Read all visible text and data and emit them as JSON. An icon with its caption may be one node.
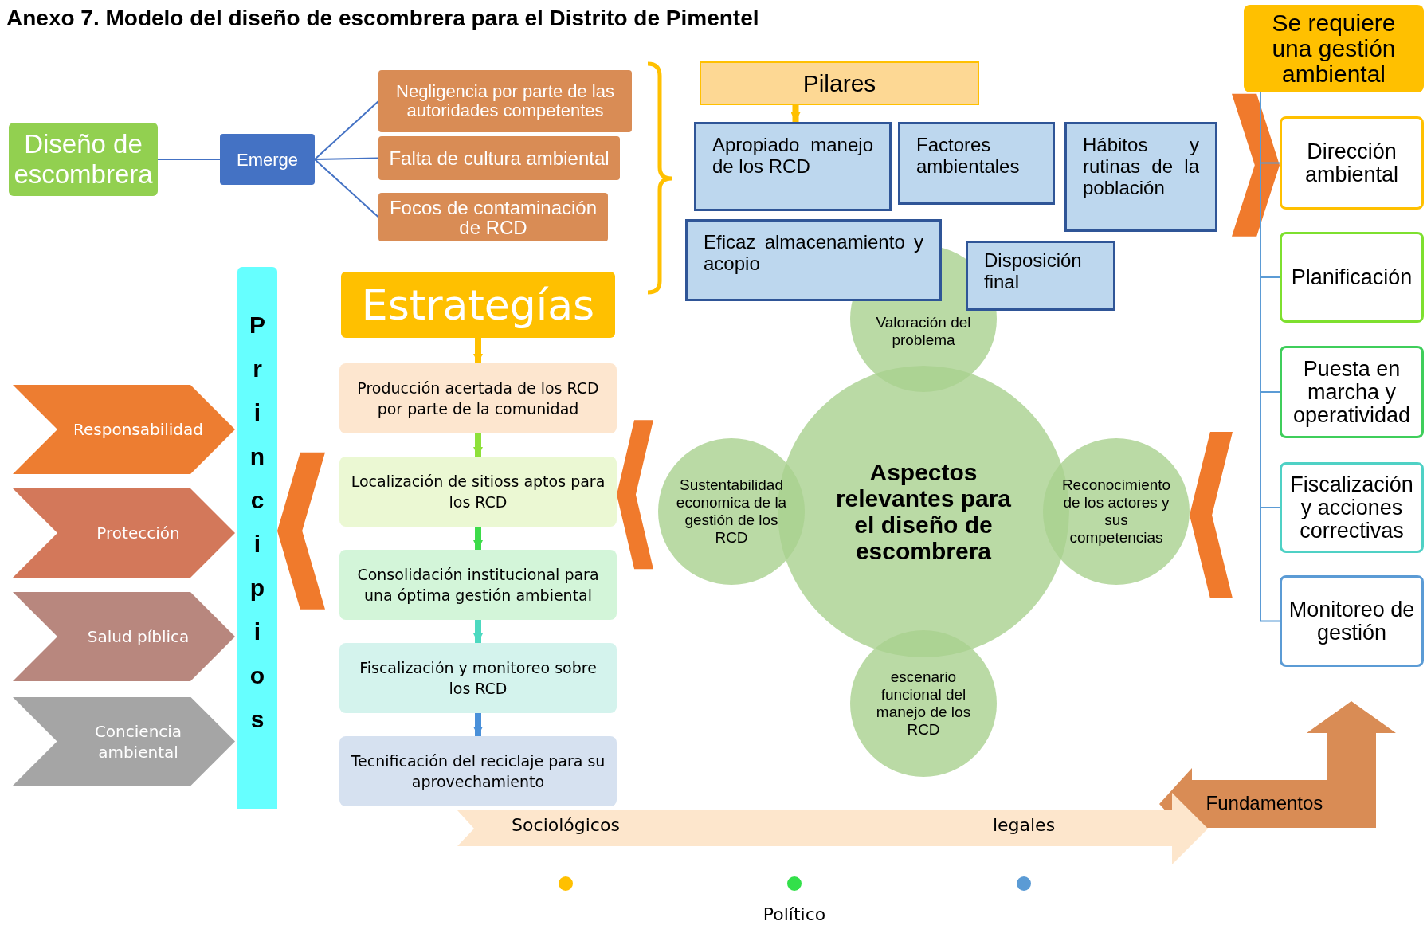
{
  "diagram": {
    "title": "Anexo 7. Modelo del diseño de escombrera para el Distrito de Pimentel",
    "nodes": [
      {
        "text": [
          "Diseño de escombrera"
        ]
      },
      {
        "text": [
          "Emerge"
        ]
      },
      {
        "text": [
          "Negligencia por parte de las autoridades competentes"
        ]
      },
      {
        "text": [
          "Falta de cultura ambiental"
        ]
      },
      {
        "text": [
          "Focos de contaminación de RCD"
        ]
      },
      {
        "text": [
          "Pilares"
        ]
      },
      {
        "text": [
          "Apropiado manejo de los RCD"
        ]
      },
      {
        "text": [
          "Factores ambientales"
        ]
      },
      {
        "text": [
          "Hábitos y rutinas de la población"
        ]
      },
      {
        "text": [
          "Eficaz almacenamiento y acopio"
        ]
      },
      {
        "text": [
          "Disposición final"
        ]
      },
      {
        "text": [
          "Se requiere una gestión ambiental"
        ]
      },
      {
        "text": [
          "Dirección ambiental"
        ]
      },
      {
        "text": [
          "Planificación"
        ]
      },
      {
        "text": [
          "Puesta en marcha y operatividad"
        ]
      },
      {
        "text": [
          "Fiscalización y acciones correctivas"
        ]
      },
      {
        "text": [
          "Monitoreo de gestión"
        ]
      },
      {
        "text": [
          "Principios"
        ]
      },
      {
        "text": [
          "Responsabilidad"
        ]
      },
      {
        "text": [
          "Protección"
        ]
      },
      {
        "text": [
          "Salud píblica"
        ]
      },
      {
        "text": [
          "Conciencia ambiental"
        ]
      },
      {
        "text": [
          "Estrategías"
        ]
      },
      {
        "text": [
          "Producción acertada de los RCD por parte de la comunidad"
        ]
      },
      {
        "text": [
          "Localización de sitioss aptos para los RCD"
        ]
      },
      {
        "text": [
          "Consolidación institucional para una óptima gestión ambiental"
        ]
      },
      {
        "text": [
          "Fiscalización y monitoreo sobre los RCD"
        ]
      },
      {
        "text": [
          "Tecnificación del reciclaje para su aprovechamiento"
        ]
      },
      {
        "text": [
          "Valoración del problema"
        ]
      },
      {
        "text": [
          "Sustentabilidad economica de la gestión de los RCD"
        ]
      },
      {
        "text": [
          "Aspectos relevantes para el diseño de escombrera"
        ]
      },
      {
        "text": [
          "Reconocimiento de los actores y sus competencias"
        ]
      },
      {
        "text": [
          "escenario funcional del manejo de los RCD"
        ]
      },
      {
        "text": [
          "Sociológicos",
          "legales"
        ]
      },
      {
        "text": [
          "Fundamentos"
        ]
      }
    ],
    "edges": [
      {
        "from": 0,
        "to": 1,
        "arrow": "none"
      },
      {
        "from": 1,
        "to": 2,
        "arrow": "none"
      },
      {
        "from": 1,
        "to": 3,
        "arrow": "none"
      },
      {
        "from": 1,
        "to": 4,
        "arrow": "none"
      },
      {
        "from": 5,
        "to": 6,
        "arrow": "to",
        "style": "thick",
        "color": "#ffc000"
      },
      {
        "from": 11,
        "to": 12,
        "arrow": "none",
        "color": "#5b9bd5"
      },
      {
        "from": 11,
        "to": 13,
        "arrow": "none",
        "color": "#5b9bd5"
      },
      {
        "from": 11,
        "to": 14,
        "arrow": "none",
        "color": "#5b9bd5"
      },
      {
        "from": 11,
        "to": 15,
        "arrow": "none",
        "color": "#5b9bd5"
      },
      {
        "from": 11,
        "to": 16,
        "arrow": "none",
        "color": "#5b9bd5"
      },
      {
        "from": 22,
        "to": 23,
        "arrow": "to",
        "style": "thick",
        "color": "#ffc000"
      },
      {
        "from": 23,
        "to": 24,
        "arrow": "to",
        "style": "thick",
        "color": "#8ee03a"
      },
      {
        "from": 24,
        "to": 25,
        "arrow": "to",
        "style": "thick",
        "color": "#3ddb4a"
      },
      {
        "from": 25,
        "to": 26,
        "arrow": "to",
        "style": "thick",
        "color": "#4dd9c0"
      },
      {
        "from": 26,
        "to": 27,
        "arrow": "to",
        "style": "thick",
        "color": "#4a90d9"
      },
      {
        "from": 24,
        "to": 17,
        "arrow": "to",
        "style": "thick",
        "color": "#f07a2c"
      },
      {
        "from": 29,
        "to": 24,
        "arrow": "to",
        "style": "thick",
        "color": "#f07a2c"
      },
      {
        "from": null,
        "to": 31,
        "arrow": "to",
        "style": "thick",
        "color": "#f07a2c"
      },
      {
        "from": 8,
        "to": 12,
        "arrow": "to",
        "style": "thick",
        "color": "#f07a2c"
      }
    ],
    "labels": [
      "Político"
    ]
  }
}
